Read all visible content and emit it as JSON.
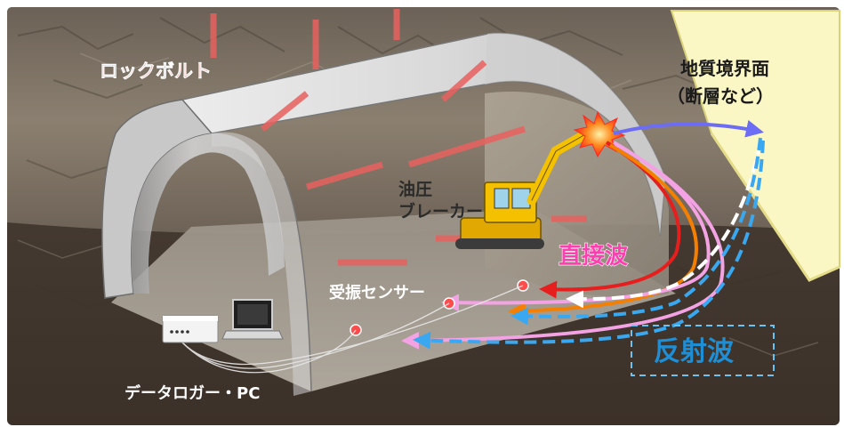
{
  "labels": {
    "rock_bolt": "ロックボルト",
    "geological_boundary_line1": "地質境界面",
    "geological_boundary_line2": "（断層など）",
    "hydraulic_line1": "油圧",
    "hydraulic_line2": "ブレーカー",
    "direct_wave": "直接波",
    "reflected_wave": "反射波",
    "vibration_sensor": "受振センサー",
    "data_logger_pc": "データロガー・PC"
  },
  "colors": {
    "rock_bolt": "#e8615f",
    "direct_wave_text": "#ff3fb0",
    "reflected_wave_text": "#1e8fd6",
    "direct_red": "#e61e1e",
    "direct_orange": "#f57f00",
    "pink": "#f3a2e4",
    "reflected_dash": "#3aa8f0",
    "incident": "#6c6cf4",
    "boundary_fill": "#fbf7c4",
    "excavator": "#f4c100"
  }
}
